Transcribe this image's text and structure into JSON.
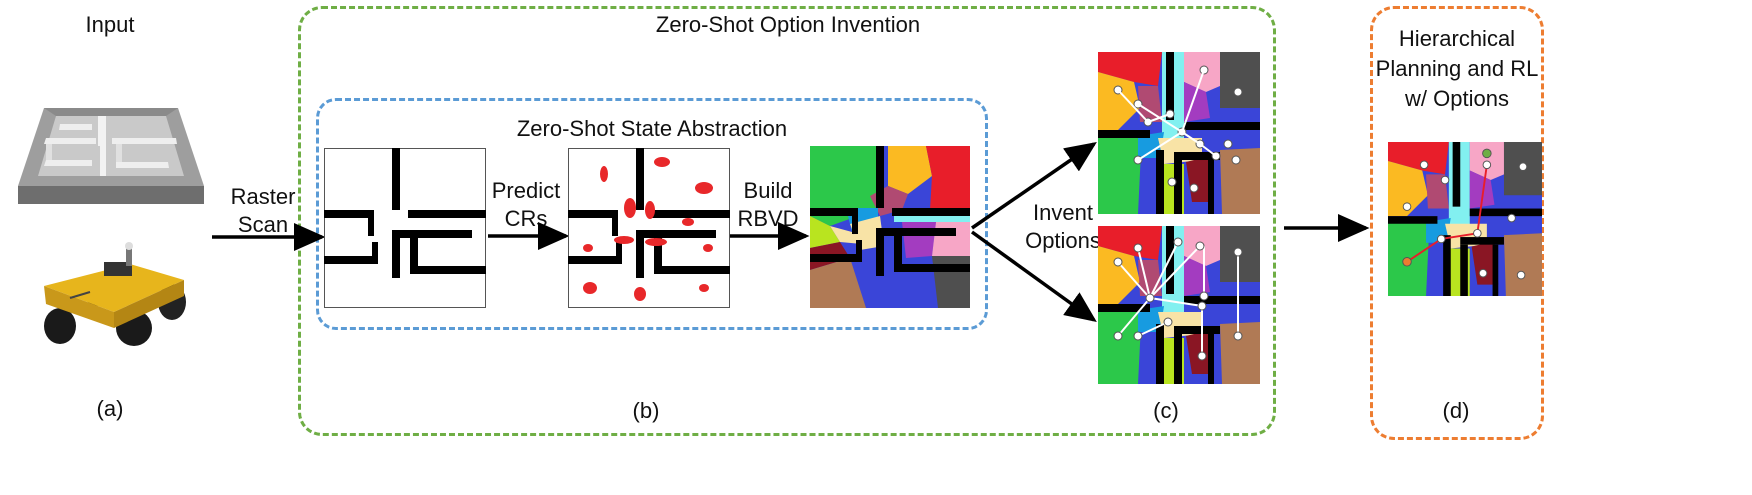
{
  "labels": {
    "input": "Input",
    "raster_line1": "Raster",
    "raster_line2": "Scan",
    "zero_shot_option": "Zero-Shot Option Invention",
    "zero_shot_state": "Zero-Shot State Abstraction",
    "predict_line1": "Predict",
    "predict_line2": "CRs",
    "build_line1": "Build",
    "build_line2": "RBVD",
    "invent_line1": "Invent",
    "invent_line2": "Options",
    "hier_line1": "Hierarchical",
    "hier_line2": "Planning and RL",
    "hier_line3": "w/ Options",
    "panel_a": "(a)",
    "panel_b": "(b)",
    "panel_c": "(c)",
    "panel_d": "(d)"
  },
  "colors": {
    "green_box": "#6fae45",
    "blue_box": "#5b9bd5",
    "orange_box": "#ed7d31",
    "wall": "#000000",
    "cr_red": "#e8282a",
    "robot_yellow": "#e7b51c",
    "regions": {
      "green": "#2cc84a",
      "red": "#e81e2a",
      "yellow": "#fbba22",
      "cyan": "#82f0f0",
      "pink": "#f7a6c6",
      "purple": "#a33cc0",
      "blue": "#3a45d8",
      "dark_gray": "#4f4f4f",
      "brown": "#b07a55",
      "lime": "#b9e41f",
      "dark_red": "#8a1624",
      "cream": "#f8e3a6",
      "mauve": "#b04a72",
      "light_blue": "#179be0"
    }
  }
}
